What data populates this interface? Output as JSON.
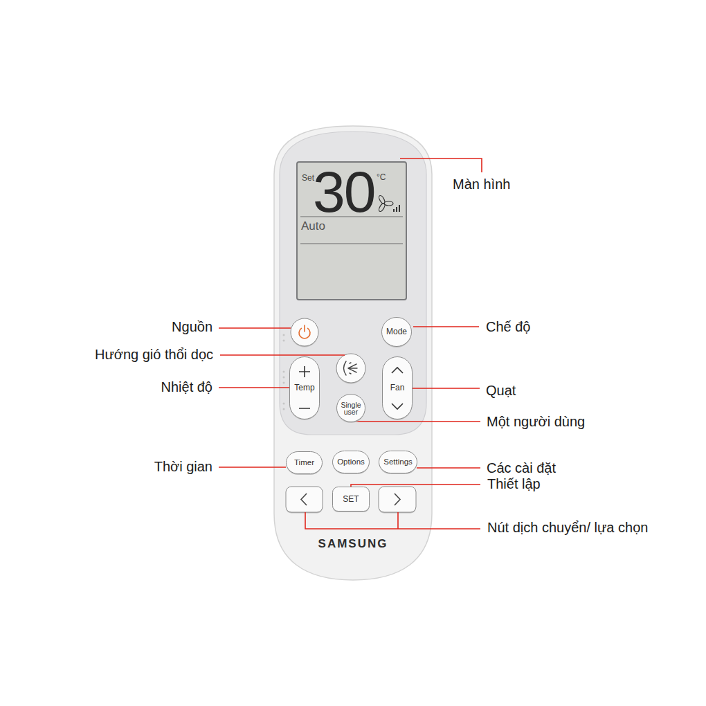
{
  "diagram": {
    "nodes": [
      {
        "text": [
          "SAMSUNG"
        ]
      },
      {
        "text": [
          "Set",
          "30",
          "°C",
          "Auto"
        ],
        "in": 0
      },
      {
        "text": [
          "Mode"
        ],
        "in": 0
      },
      {
        "text": [
          "Temp"
        ],
        "in": 0
      },
      {
        "text": [
          "Fan"
        ],
        "in": 0
      },
      {
        "text": [
          "Single user"
        ],
        "in": 0
      },
      {
        "text": [
          "Timer"
        ],
        "in": 0
      },
      {
        "text": [
          "Options"
        ],
        "in": 0
      },
      {
        "text": [
          "Settings"
        ],
        "in": 0
      },
      {
        "text": [
          "SET"
        ],
        "in": 0
      }
    ],
    "labels": [
      "Màn hình",
      "Nguồn",
      "Chế độ",
      "Hướng gió thổi dọc",
      "Nhiệt độ",
      "Quạt",
      "Một người dùng",
      "Thời gian",
      "Các cài đặt",
      "Thiết lập",
      "Nút dịch chuyển/ lựa chọn"
    ]
  }
}
